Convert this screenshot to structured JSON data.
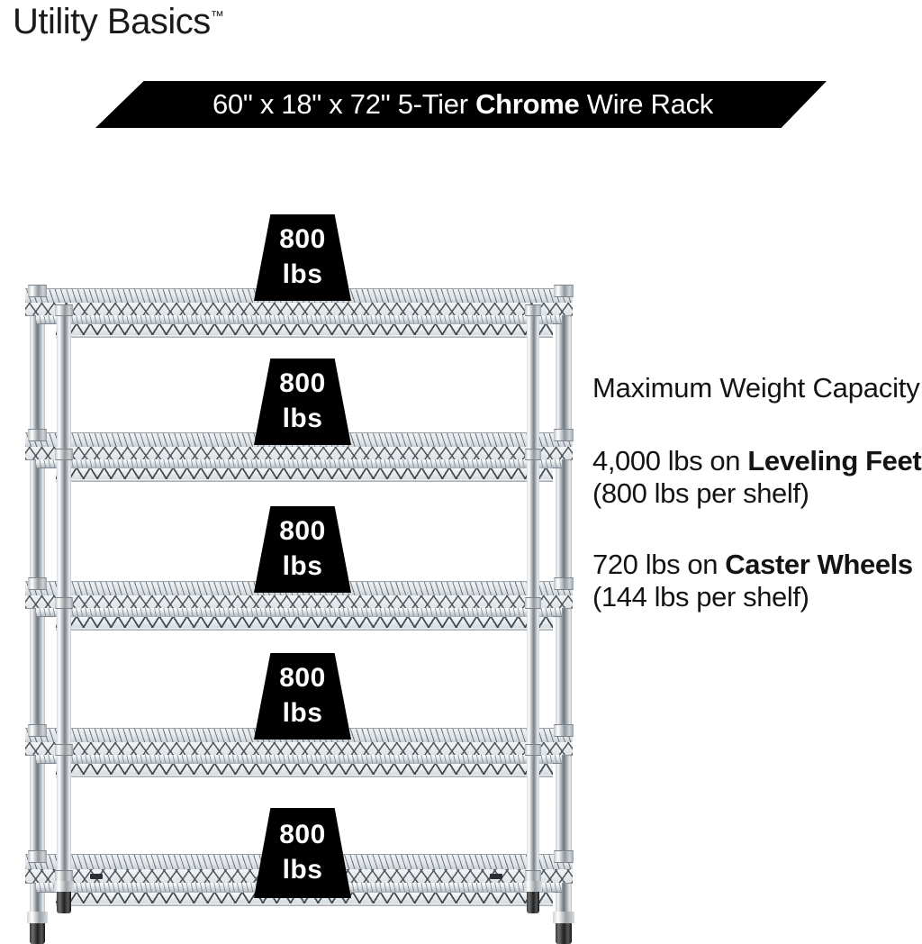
{
  "brand": {
    "name": "Utility Basics",
    "trademark": "™"
  },
  "banner": {
    "dimensions": "60\" x 18\" x 72\"",
    "tier": "5-Tier",
    "material": "Chrome",
    "product": "Wire Rack",
    "full_text": "60\" x 18\" x 72\" 5-Tier Chrome Wire Rack",
    "background_color": "#000000",
    "text_color": "#ffffff"
  },
  "copy": {
    "heading": "Maximum Weight Capacity",
    "paragraphs": [
      {
        "lead": "4,000 lbs on ",
        "emphasis": "Leveling Feet",
        "tail": " (800 lbs per shelf)"
      },
      {
        "lead": "720 lbs on ",
        "emphasis": "Caster Wheels",
        "tail": " (144 lbs per shelf)"
      }
    ]
  },
  "rack": {
    "tier_count": 5,
    "finish": "chrome",
    "tags": [
      {
        "number": "800",
        "unit": "lbs"
      },
      {
        "number": "800",
        "unit": "lbs"
      },
      {
        "number": "800",
        "unit": "lbs"
      },
      {
        "number": "800",
        "unit": "lbs"
      },
      {
        "number": "800",
        "unit": "lbs"
      }
    ],
    "colors": {
      "tag_background": "#000000",
      "tag_text": "#ffffff",
      "chrome_light": "#f4f6f7",
      "chrome_dark": "#6e767d",
      "foot_dark": "#202020"
    }
  }
}
